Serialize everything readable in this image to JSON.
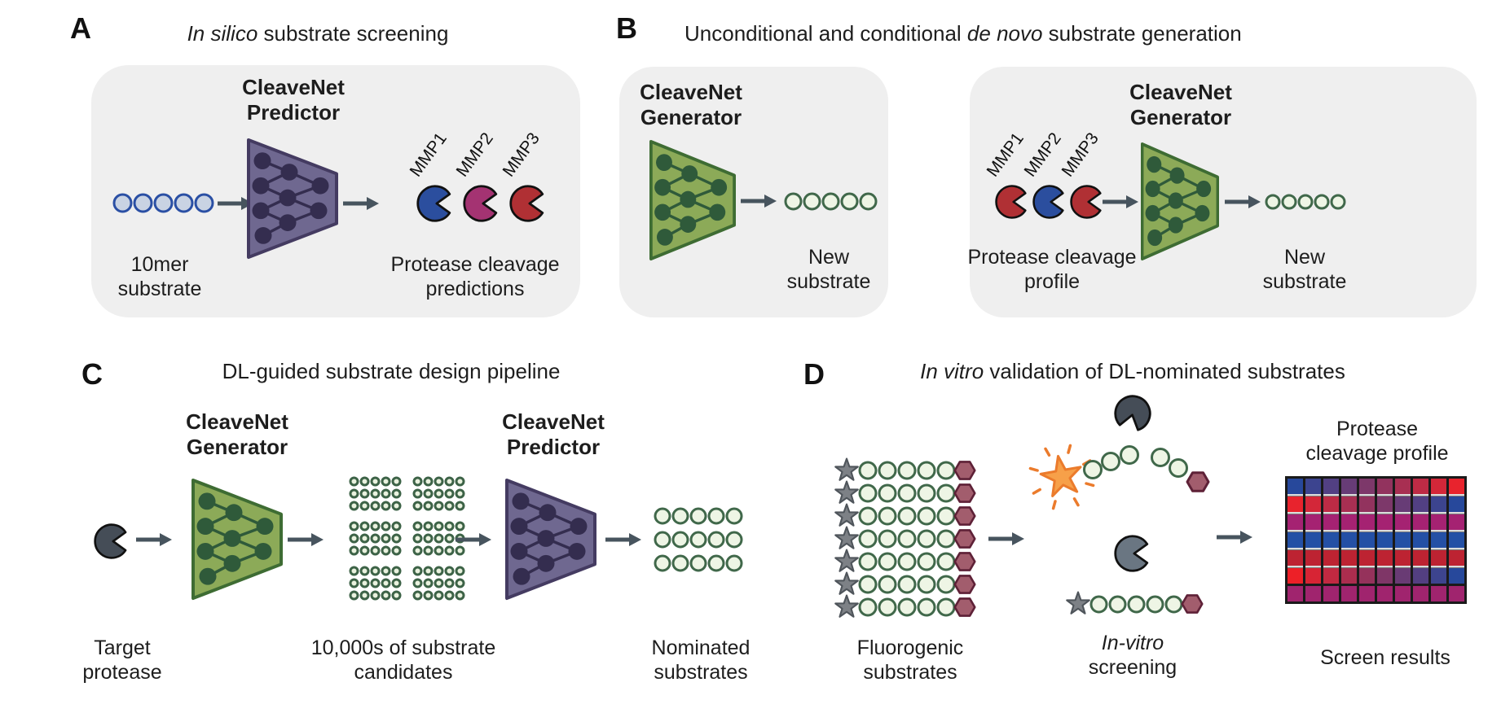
{
  "colors": {
    "panel_bg": "#efefef",
    "arrow": "#47545e",
    "substrate_blue_fill": "#c9d3e3",
    "substrate_blue_stroke": "#2a4fa4",
    "substrate_green_fill": "#eef5e5",
    "substrate_green_stroke": "#40684a",
    "candidate_green_fill": "#eaf2df",
    "candidate_green_stroke": "#3d6347",
    "predictor_fill": "#6f6890",
    "predictor_stroke": "#443b61",
    "predictor_node": "#342d4f",
    "generator_fill": "#8caa58",
    "generator_stroke": "#3e6c33",
    "generator_node": "#2f5a3a",
    "pacman_blue": "#2b4e9e",
    "pacman_magenta": "#a43372",
    "pacman_red": "#b03034",
    "pacman_dark": "#454d57",
    "pacman_gray": "#6a7682",
    "star_fill": "#7d8186",
    "star_stroke": "#4f555b",
    "hex_fill": "#a25d6d",
    "hex_stroke": "#5e2137",
    "burst_fill": "#f7a049",
    "burst_stroke": "#eb7b2c"
  },
  "panel_a": {
    "letter": "A",
    "title_italic": "In silico",
    "title_rest": " substrate screening",
    "model_line1": "CleaveNet",
    "model_line2": "Predictor",
    "mmp_labels": [
      "MMP1",
      "MMP2",
      "MMP3"
    ],
    "input_label_line1": "10mer",
    "input_label_line2": "substrate",
    "output_label_line1": "Protease cleavage",
    "output_label_line2": "predictions"
  },
  "panel_b": {
    "letter": "B",
    "title_pre": "Unconditional and conditional ",
    "title_italic": "de novo",
    "title_post": " substrate generation",
    "left": {
      "model_line1": "CleaveNet",
      "model_line2": "Generator",
      "output_line1": "New",
      "output_line2": "substrate"
    },
    "right": {
      "mmp_labels": [
        "MMP1",
        "MMP2",
        "MMP3"
      ],
      "input_line1": "Protease cleavage",
      "input_line2": "profile",
      "model_line1": "CleaveNet",
      "model_line2": "Generator",
      "output_line1": "New",
      "output_line2": "substrate"
    }
  },
  "panel_c": {
    "letter": "C",
    "title": "DL-guided substrate design pipeline",
    "generator_line1": "CleaveNet",
    "generator_line2": "Generator",
    "predictor_line1": "CleaveNet",
    "predictor_line2": "Predictor",
    "label_target_line1": "Target",
    "label_target_line2": "protease",
    "label_candidates_line1": "10,000s of substrate",
    "label_candidates_line2": "candidates",
    "label_nominated_line1": "Nominated",
    "label_nominated_line2": "substrates"
  },
  "panel_d": {
    "letter": "D",
    "title_italic": "In vitro",
    "title_rest": " validation of DL-nominated substrates",
    "label_fluoro_line1": "Fluorogenic",
    "label_fluoro_line2": "substrates",
    "label_screen_line1": "In-vitro",
    "label_screen_line2": "screening",
    "heatmap_title_line1": "Protease",
    "heatmap_title_line2": "cleavage profile",
    "label_results": "Screen results"
  },
  "heatmap": {
    "cols": 10,
    "rows": [
      {
        "type": "gradient",
        "from": "#27489b",
        "to": "#e8232d"
      },
      {
        "type": "gradient",
        "from": "#e8232d",
        "to": "#27489b"
      },
      {
        "type": "solid",
        "color": "#a52272"
      },
      {
        "type": "solid",
        "color": "#2450a5"
      },
      {
        "type": "solid",
        "color": "#bd2332"
      },
      {
        "type": "gradient",
        "from": "#ed2027",
        "to": "#27489b"
      },
      {
        "type": "solid",
        "color": "#a0246e"
      }
    ]
  }
}
